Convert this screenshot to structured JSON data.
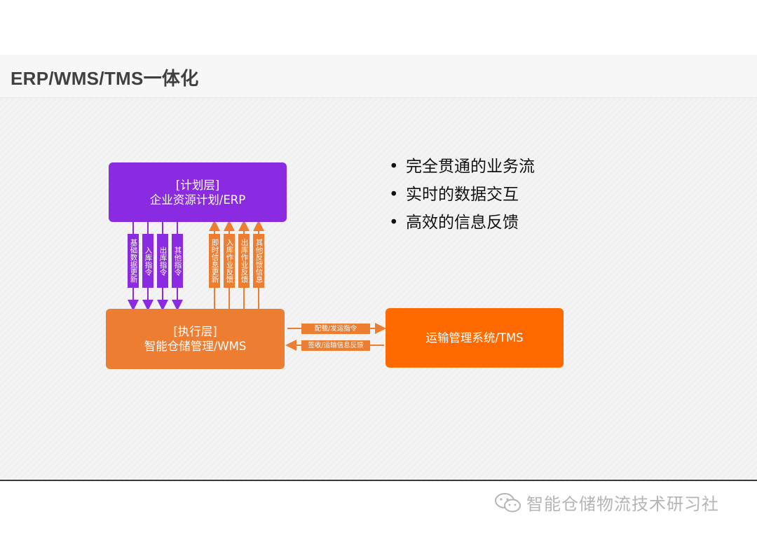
{
  "title": "ERP/WMS/TMS一体化",
  "erp": {
    "line1": "[计划层]",
    "line2": "企业资源计划/ERP"
  },
  "wms": {
    "line1": "[执行层]",
    "line2": "智能仓储管理/WMS"
  },
  "tms": {
    "label": "运输管理系统/TMS"
  },
  "down_flows": [
    "基础数据更新",
    "入库指令",
    "出库指令",
    "其他指令"
  ],
  "up_flows": [
    "即时信息更新",
    "入库作业反馈",
    "出库作业反馈",
    "其他反馈信息"
  ],
  "to_tms": "配载/发运指令",
  "to_wms": "签收/运输信息反馈",
  "bullets": [
    "完全贯通的业务流",
    "实时的数据交互",
    "高效的信息反馈"
  ],
  "watermark": "智能仓储物流技术研习社",
  "colors": {
    "erp": "#8a2be2",
    "wms": "#ed7d31",
    "tms": "#ff6a00"
  }
}
